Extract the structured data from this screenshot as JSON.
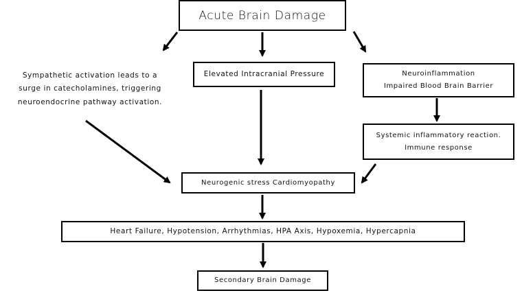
{
  "diagram": {
    "nodes": {
      "acute_brain_damage": "Acute Brain Damage",
      "sympathetic": {
        "line1": "Sympathetic activation leads to a",
        "line2": "surge in catecholamines, triggering",
        "line3": "neuroendocrine pathway activation."
      },
      "elevated_icp": "Elevated Intracranial Pressure",
      "neuroinflammation": {
        "line1": "Neuroinflammation",
        "line2": "Impaired Blood Brain Barrier"
      },
      "systemic_inflammatory": {
        "line1": "Systemic inflammatory reaction.",
        "line2": "Immune response"
      },
      "neurogenic_stress_cardiomyopathy": "Neurogenic stress Cardiomyopathy",
      "heart_failure": "Heart Failure, Hypotension, Arrhythmias, HPA Axis, Hypoxemia, Hypercapnia",
      "secondary_brain_damage": "Secondary Brain Damage"
    },
    "edges": [
      {
        "from": "acute_brain_damage",
        "to": "sympathetic"
      },
      {
        "from": "acute_brain_damage",
        "to": "elevated_icp"
      },
      {
        "from": "acute_brain_damage",
        "to": "neuroinflammation"
      },
      {
        "from": "neuroinflammation",
        "to": "systemic_inflammatory"
      },
      {
        "from": "sympathetic",
        "to": "neurogenic_stress_cardiomyopathy"
      },
      {
        "from": "elevated_icp",
        "to": "neurogenic_stress_cardiomyopathy"
      },
      {
        "from": "systemic_inflammatory",
        "to": "neurogenic_stress_cardiomyopathy"
      },
      {
        "from": "neurogenic_stress_cardiomyopathy",
        "to": "heart_failure"
      },
      {
        "from": "heart_failure",
        "to": "secondary_brain_damage"
      }
    ],
    "colors": {
      "stroke": "#000000",
      "background": "#ffffff",
      "text": "#111111"
    }
  }
}
